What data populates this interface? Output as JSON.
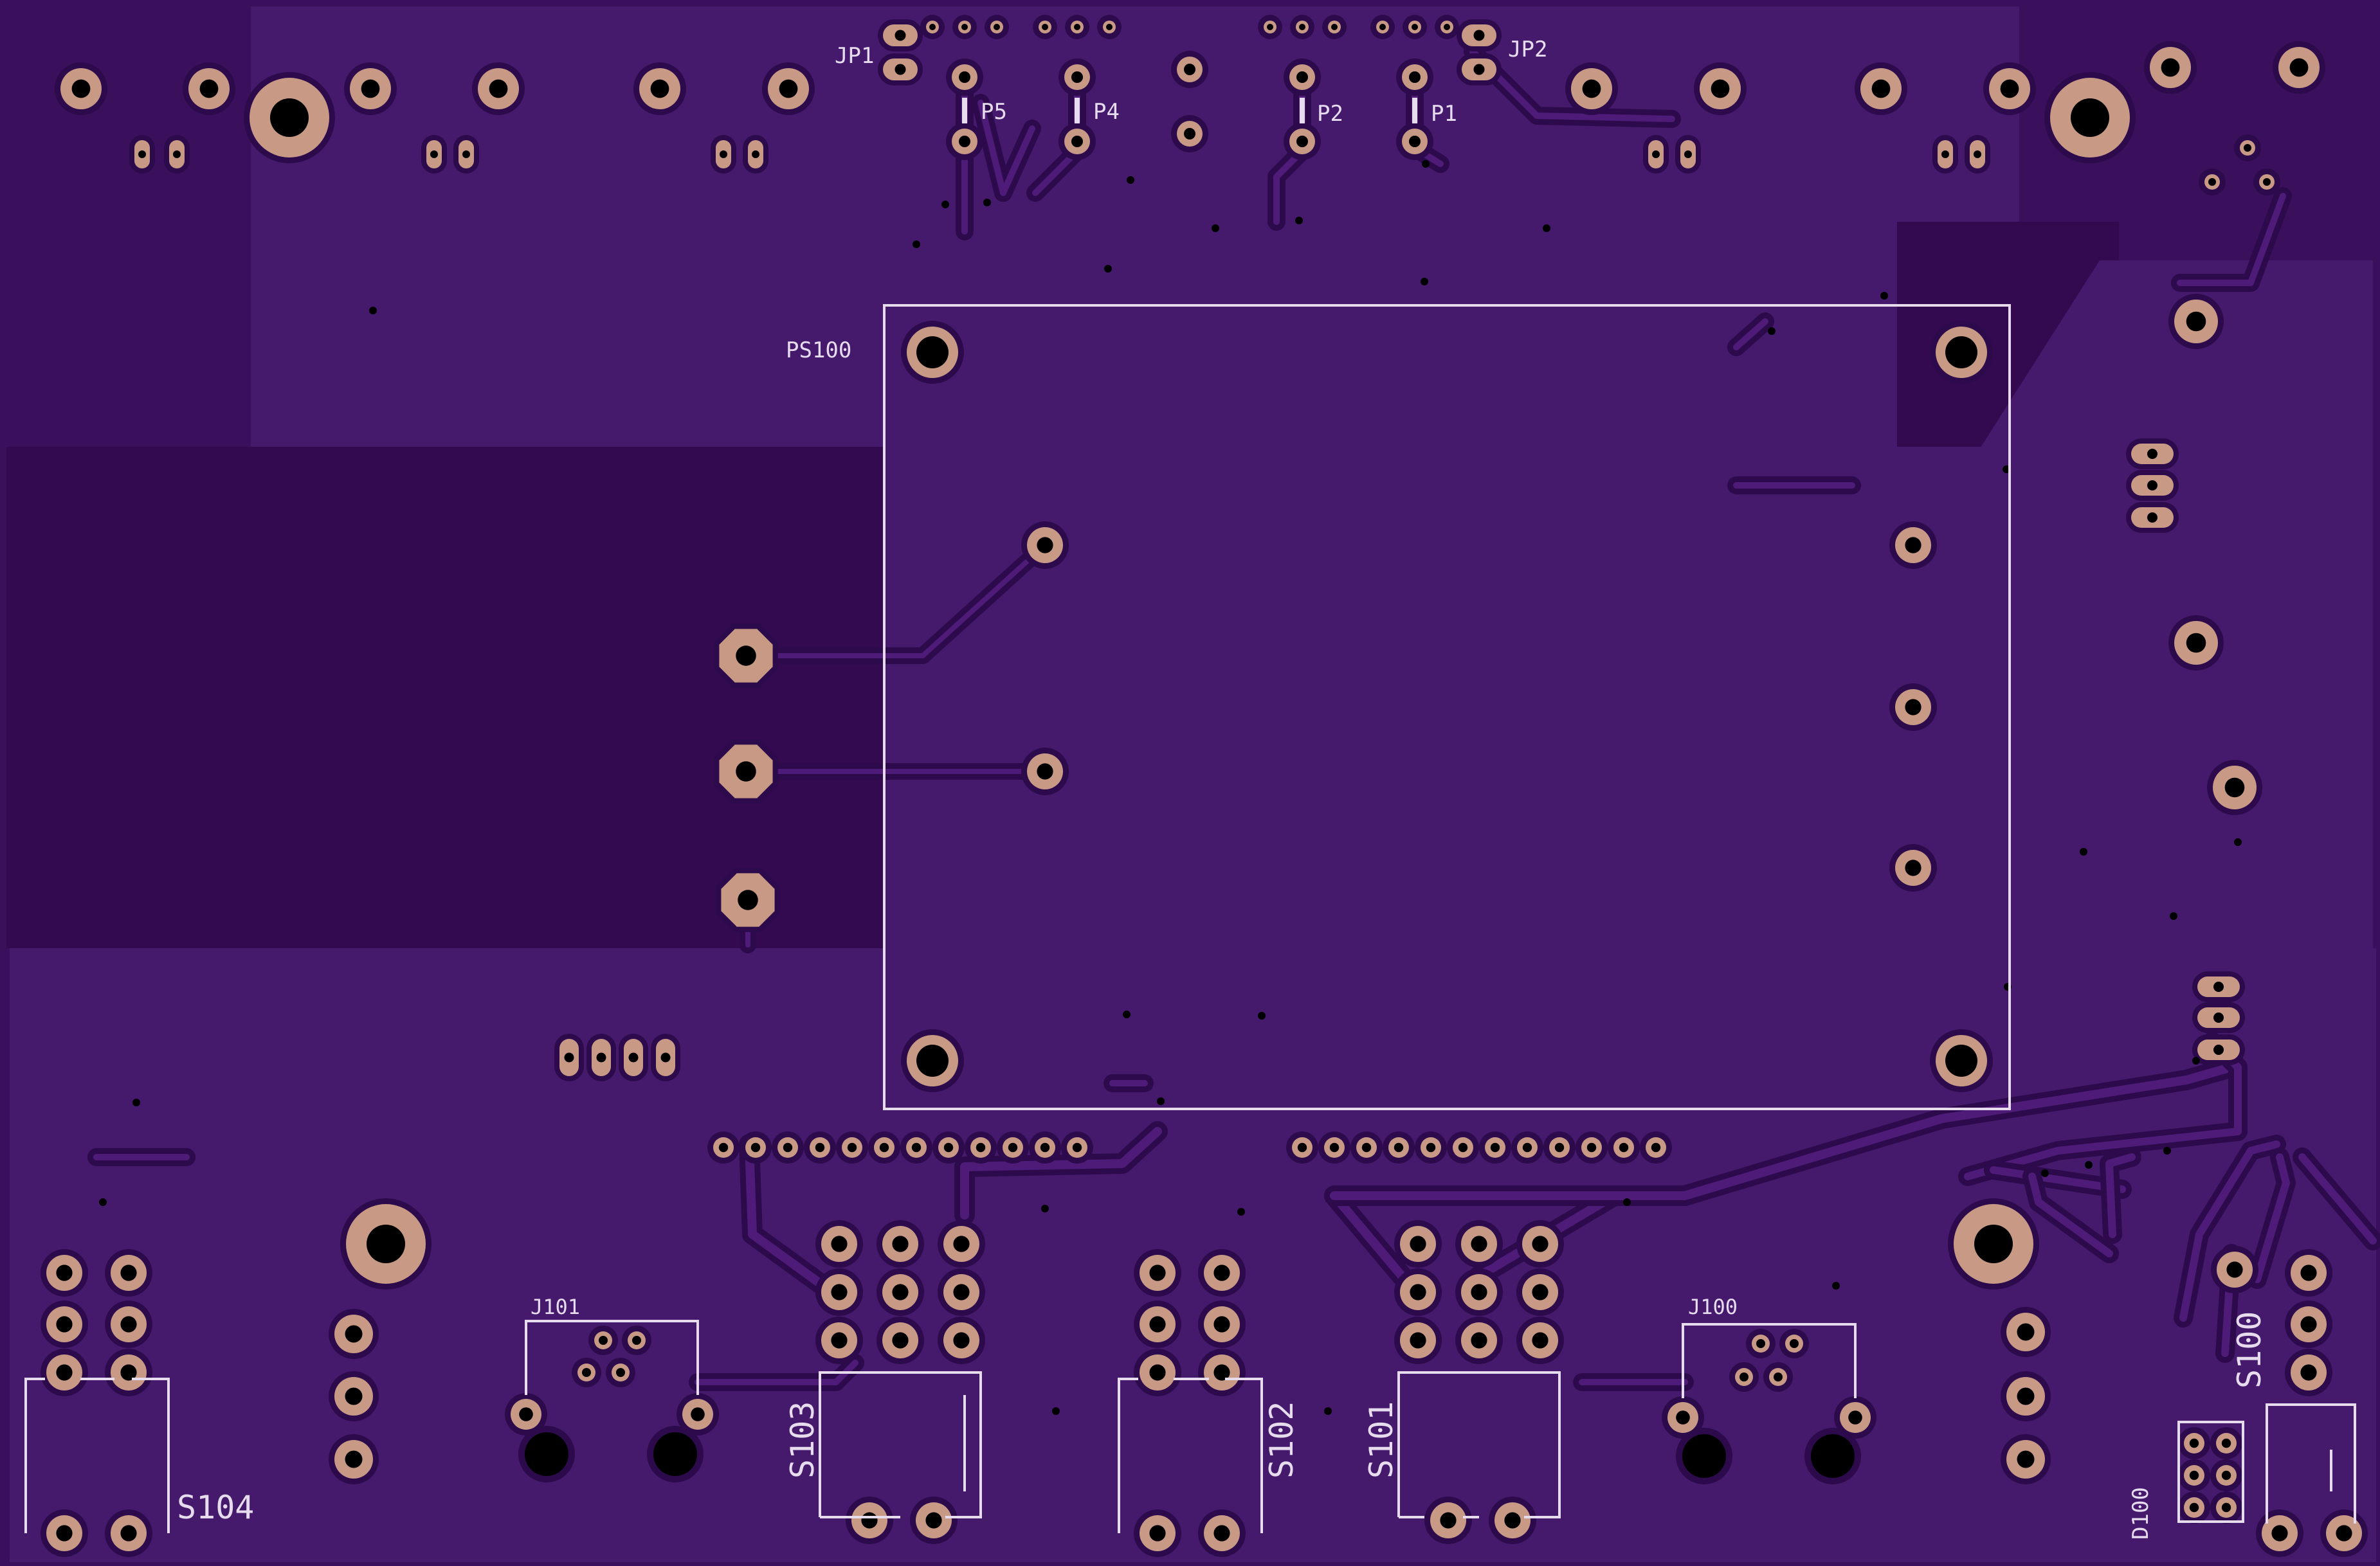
{
  "board": {
    "colors": {
      "background": "#3a0f5c",
      "copper_fill": "#451a6c",
      "copper_dark": "#33094f",
      "pad": "#c89a86",
      "drill": "#000000",
      "silkscreen": "#e6dcee"
    }
  },
  "labels": {
    "jp1": "JP1",
    "jp2": "JP2",
    "p5": "P5",
    "p4": "P4",
    "p2": "P2",
    "p1": "P1",
    "ps100": "PS100",
    "j101": "J101",
    "j100": "J100",
    "s104": "S104",
    "s103": "S103",
    "s102": "S102",
    "s101": "S101",
    "s100": "S100",
    "d100": "D100"
  }
}
